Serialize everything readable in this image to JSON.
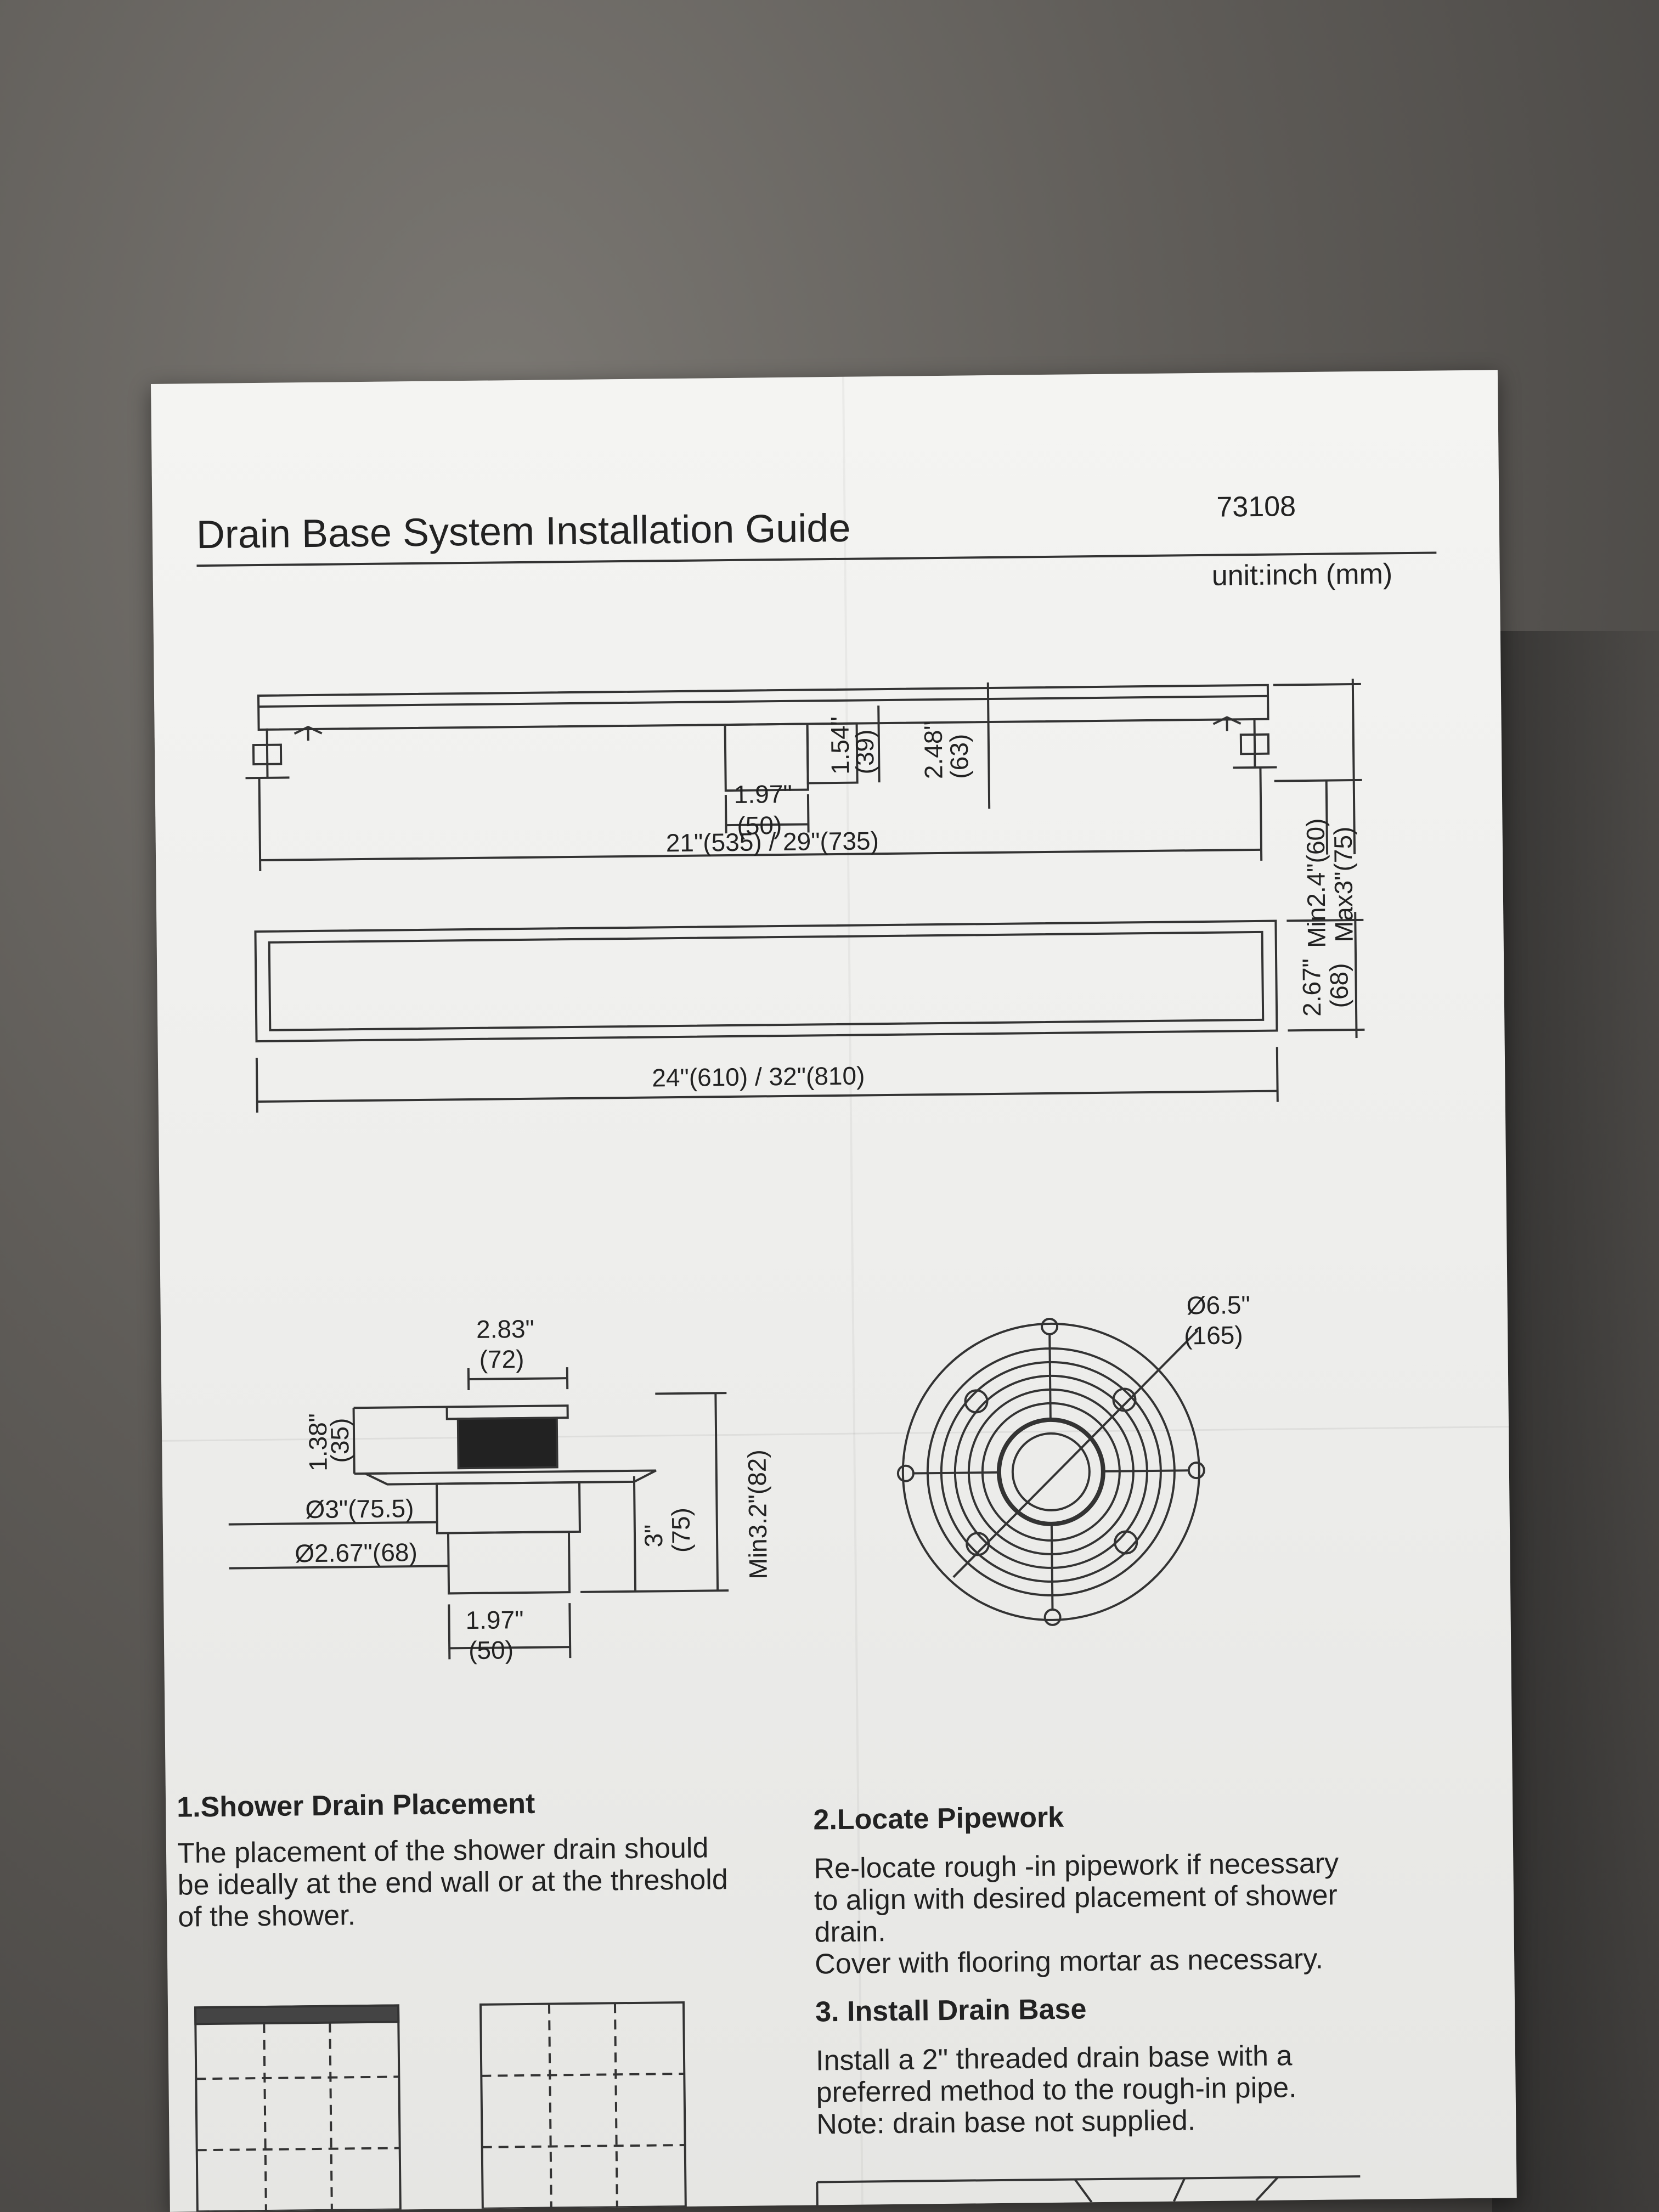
{
  "header": {
    "title": "Drain Base System Installation Guide",
    "model": "73108",
    "unit": "unit:inch (mm)"
  },
  "side_view": {
    "drain_height_small": "1.54\"",
    "drain_height_small_mm": "(39)",
    "drain_height_large": "2.48\"",
    "drain_height_large_mm": "(63)",
    "outlet_width": "1.97\"",
    "outlet_width_mm": "(50)",
    "overall_length": "21\"(535) / 29\"(735)",
    "height_min": "Min2.4\"(60)",
    "height_max": "Max3\"(75)"
  },
  "top_view": {
    "overall_length": "24\"(610) / 32\"(810)",
    "width": "2.67\"",
    "width_mm": "(68)"
  },
  "base_detail": {
    "top_width": "2.83\"",
    "top_width_mm": "(72)",
    "flange_height": "1.38\"",
    "flange_height_mm": "(35)",
    "diameter_3": "Ø3\"(75.5)",
    "diameter_267": "Ø2.67\"(68)",
    "body_height": "3\"",
    "body_height_mm": "(75)",
    "min_height": "Min3.2\"(82)",
    "bottom_width": "1.97\"",
    "bottom_width_mm": "(50)",
    "round_diameter": "Ø6.5\"",
    "round_diameter_mm": "(165)"
  },
  "steps": {
    "s1_heading": "1.Shower Drain Placement",
    "s1_line1": "The placement of the shower drain should",
    "s1_line2": "be ideally at the end wall or at the threshold",
    "s1_line3": "of the shower.",
    "s2_heading": "2.Locate Pipework",
    "s2_line1": "Re-locate rough -in pipework if necessary",
    "s2_line2": "to align with desired placement of shower",
    "s2_line3": "drain.",
    "s2_line4": "Cover with flooring mortar as necessary.",
    "s3_heading": "3. Install Drain Base",
    "s3_line1": "Install a 2\" threaded drain base with a",
    "s3_line2": "preferred method to the rough-in pipe.",
    "s3_line3": "Note: drain base not supplied."
  }
}
